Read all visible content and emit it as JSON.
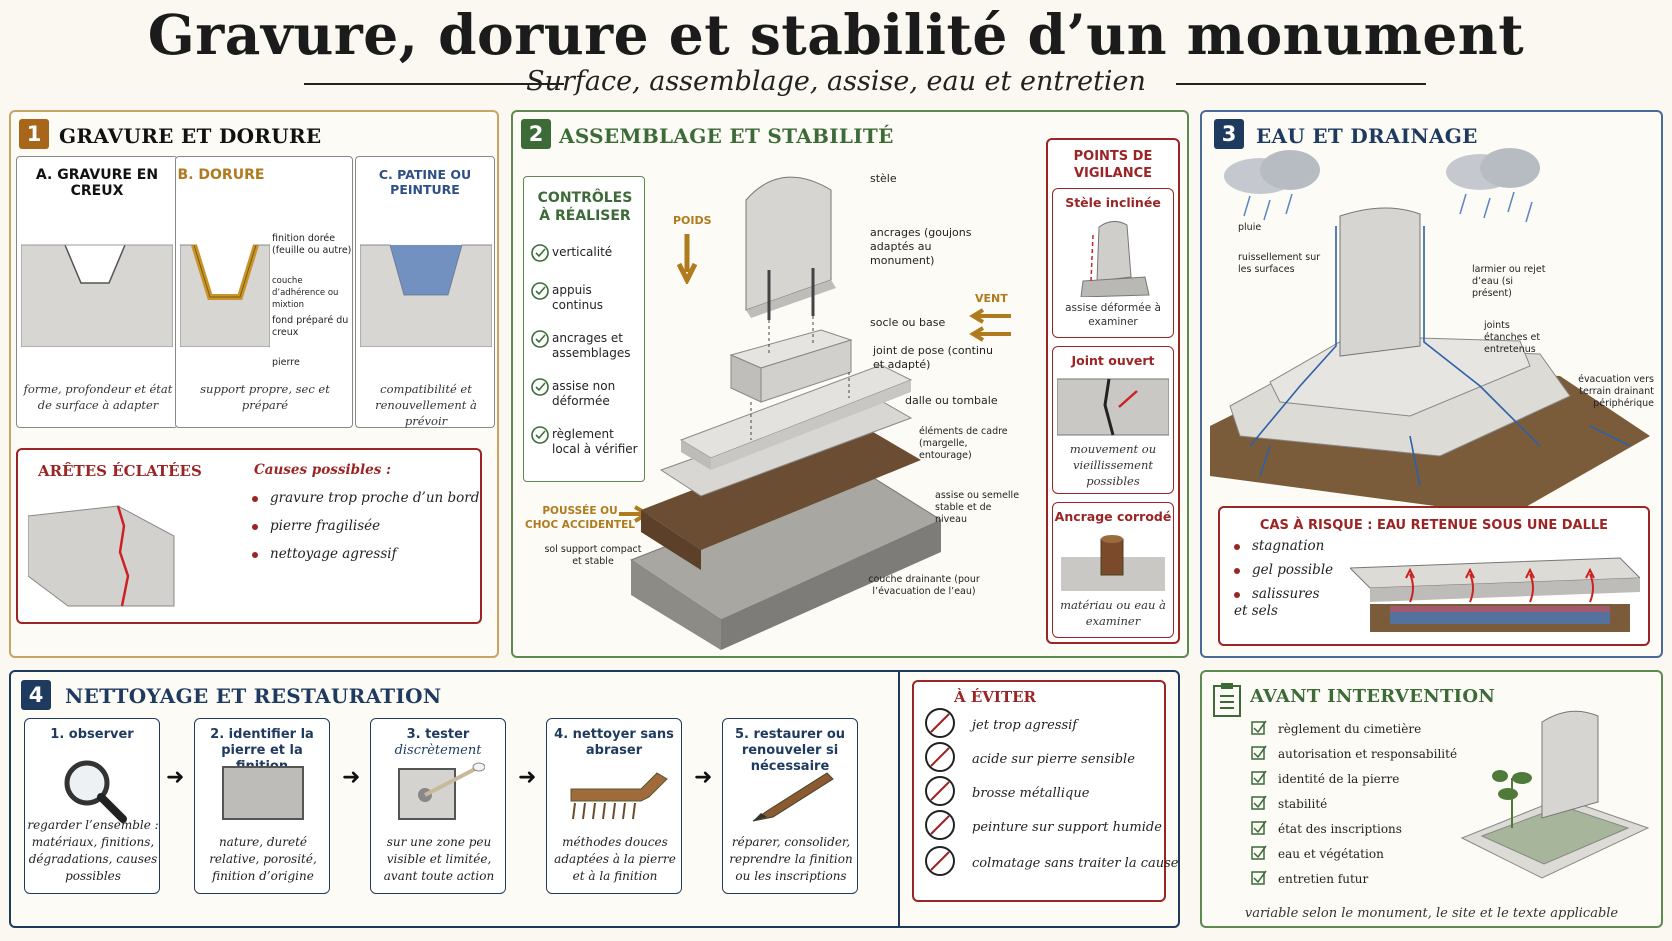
{
  "header": {
    "title": "Gravure, dorure et stabilité d’un monument",
    "subtitle": "Surface, assemblage, assise, eau et entretien"
  },
  "colors": {
    "accent_brown": "#b07a1e",
    "accent_green": "#3d6b38",
    "accent_blue": "#1e3a5f",
    "alert_red": "#9b2424"
  },
  "panel1": {
    "number": "1",
    "title": "GRAVURE ET DORURE",
    "cards": [
      {
        "title": "A. GRAVURE EN CREUX",
        "caption": "forme, profondeur et état de surface à adapter"
      },
      {
        "title": "B. DORURE",
        "caption": "support propre, sec et préparé",
        "labels": [
          "finition dorée (feuille ou autre)",
          "couche d’adhérence ou mixtion",
          "fond préparé du creux",
          "pierre"
        ]
      },
      {
        "title": "C. PATINE OU PEINTURE",
        "caption": "compatibilité et renouvellement à prévoir"
      }
    ],
    "aretes": {
      "title": "ARÊTES ÉCLATÉES",
      "causes_title": "Causes possibles :",
      "causes": [
        "gravure trop proche d’un bord",
        "pierre fragilisée",
        "nettoyage agressif"
      ]
    }
  },
  "panel2": {
    "number": "2",
    "title": "ASSEMBLAGE ET STABILITÉ",
    "controls_title": "CONTRÔLES À RÉALISER",
    "controls": [
      "verticalité",
      "appuis continus",
      "ancrages et assemblages",
      "assise non déformée",
      "règlement local à vérifier"
    ],
    "forces": {
      "poids": "POIDS",
      "vent": "VENT",
      "poussee": "POUSSÉE OU CHOC ACCIDENTEL"
    },
    "labels": {
      "stele": "stèle",
      "ancrages": "ancrages (goujons adaptés au monument)",
      "socle": "socle ou base",
      "joint": "joint de pose (continu et adapté)",
      "dalle": "dalle ou tombale",
      "cadre": "éléments de cadre (margelle, entourage)",
      "assise": "assise ou semelle stable et de niveau",
      "sol": "sol support compact et stable",
      "drain": "couche drainante (pour l’évacuation de l’eau)"
    },
    "vigilance": {
      "title": "POINTS DE VIGILANCE",
      "items": [
        {
          "title": "Stèle inclinée",
          "caption": "assise déformée à examiner"
        },
        {
          "title": "Joint ouvert",
          "caption": "mouvement ou vieillissement possibles"
        },
        {
          "title": "Ancrage corrodé",
          "caption": "matériau ou eau à examiner"
        }
      ]
    }
  },
  "panel3": {
    "number": "3",
    "title": "EAU ET DRAINAGE",
    "labels": {
      "pluie": "pluie",
      "ruissellement": "ruissellement sur les surfaces",
      "larmier": "larmier ou rejet d’eau (si présent)",
      "joints": "joints étanches et entretenus",
      "evacuation": "évacuation vers terrain drainant périphérique"
    },
    "risk": {
      "title": "CAS À RISQUE : EAU RETENUE SOUS UNE DALLE",
      "items": [
        "stagnation",
        "gel possible",
        "salissures et sels"
      ]
    }
  },
  "panel4": {
    "number": "4",
    "title": "NETTOYAGE ET RESTAURATION",
    "steps": [
      {
        "title": "1. observer",
        "title_extra": "",
        "caption": "regarder l’ensemble : matériaux, finitions, dégradations, causes possibles",
        "icon": "magnifier-icon"
      },
      {
        "title": "2. identifier la pierre et la finition",
        "title_extra": "",
        "caption": "nature, dureté relative, porosité, finition d’origine",
        "icon": "stone-sample-icon"
      },
      {
        "title": "3. tester",
        "title_extra": "discrètement",
        "caption": "sur une zone peu visible et limitée, avant toute action",
        "icon": "cotton-swab-icon"
      },
      {
        "title": "4. nettoyer sans abraser",
        "title_extra": "",
        "caption": "méthodes douces adaptées à la pierre et à la finition",
        "icon": "soft-brush-icon"
      },
      {
        "title": "5. restaurer ou renouveler si nécessaire",
        "title_extra": "",
        "caption": "réparer, consolider, reprendre la finition ou les inscriptions",
        "icon": "fine-brush-icon"
      }
    ],
    "avoid": {
      "title": "À ÉVITER",
      "items": [
        "jet trop agressif",
        "acide sur pierre sensible",
        "brosse métallique",
        "peinture sur support humide",
        "colmatage sans traiter la cause"
      ]
    }
  },
  "panel5": {
    "title": "AVANT INTERVENTION",
    "items": [
      "règlement du cimetière",
      "autorisation et responsabilité",
      "identité de la pierre",
      "stabilité",
      "état des inscriptions",
      "eau et végétation",
      "entretien futur"
    ],
    "footer": "variable selon le monument, le site et le texte applicable"
  }
}
